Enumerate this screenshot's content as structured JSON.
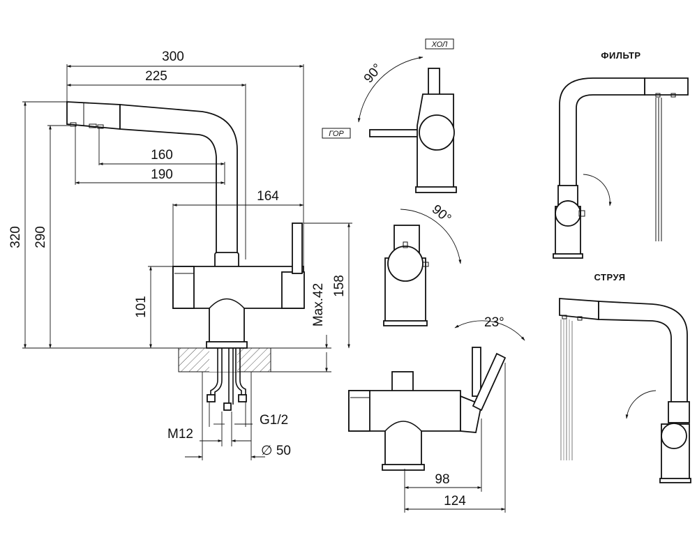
{
  "dimensions": {
    "width_300": "300",
    "width_225": "225",
    "reach_160": "160",
    "reach_190": "190",
    "base_164": "164",
    "height_320": "320",
    "height_290": "290",
    "height_101": "101",
    "height_158": "158",
    "max_thickness": "Max.42",
    "thread_g12": "G1/2",
    "thread_m12": "M12",
    "hole_diameter": "∅ 50",
    "depth_98": "98",
    "depth_124": "124"
  },
  "angles": {
    "rotation_top": "90°",
    "rotation_middle": "90°",
    "tilt": "23°"
  },
  "tags": {
    "cold": "ХОЛ",
    "hot": "ГОР"
  },
  "labels": {
    "filter": "ФИЛЬТР",
    "spray": "СТРУЯ"
  }
}
